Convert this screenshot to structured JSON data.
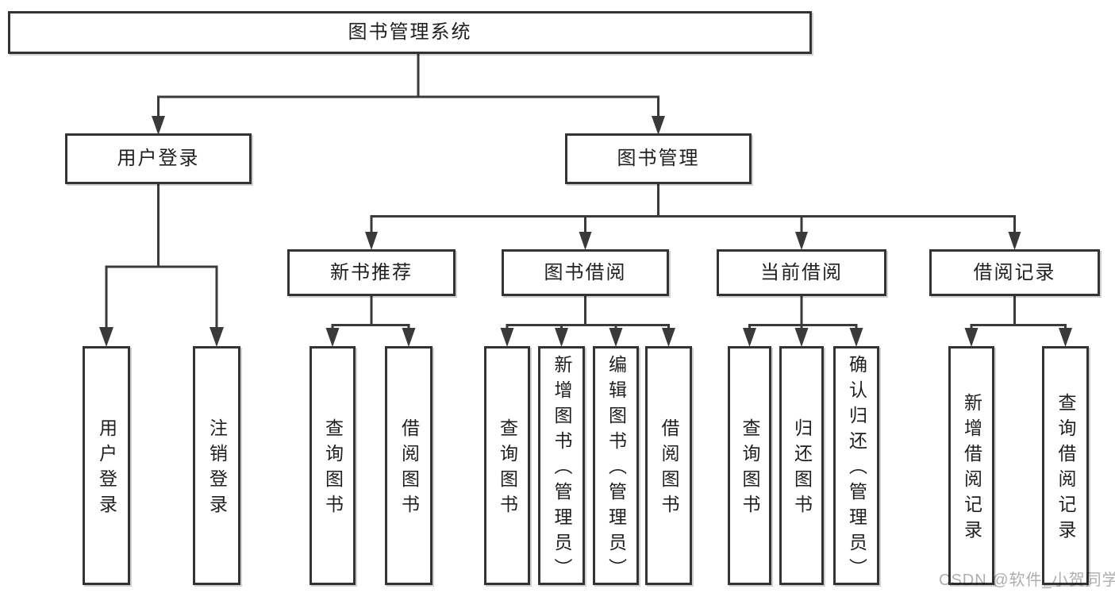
{
  "diagram_type": "hierarchy-tree",
  "colors": {
    "line": "#3a3a3a",
    "box_border": "#333333",
    "text": "#1f1f1f",
    "watermark_text": "#aeaeae",
    "background": "#ffffff"
  },
  "watermark": "CSDN @软件_小贺同学",
  "tree": {
    "label": "图书管理系统",
    "children": [
      {
        "label": "用户登录",
        "children": [
          {
            "label": "用户登录"
          },
          {
            "label": "注销登录"
          }
        ]
      },
      {
        "label": "图书管理",
        "children": [
          {
            "label": "新书推荐",
            "children": [
              {
                "label": "查询图书"
              },
              {
                "label": "借阅图书"
              }
            ]
          },
          {
            "label": "图书借阅",
            "children": [
              {
                "label": "查询图书"
              },
              {
                "label": "新增图书（管理员）"
              },
              {
                "label": "编辑图书（管理员）"
              },
              {
                "label": "借阅图书"
              }
            ]
          },
          {
            "label": "当前借阅",
            "children": [
              {
                "label": "查询图书"
              },
              {
                "label": "归还图书"
              },
              {
                "label": "确认归还（管理员）"
              }
            ]
          },
          {
            "label": "借阅记录",
            "children": [
              {
                "label": "新增借阅记录"
              },
              {
                "label": "查询借阅记录"
              }
            ]
          }
        ]
      }
    ]
  }
}
